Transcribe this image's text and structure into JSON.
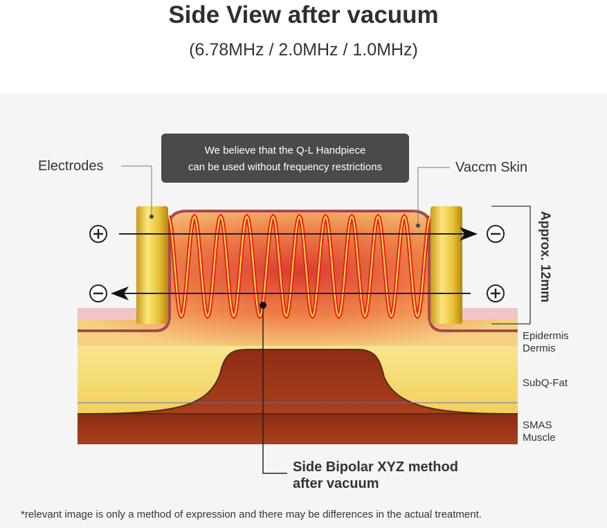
{
  "header": {
    "title": "Side View after vacuum",
    "subtitle": "(6.78MHz / 2.0MHz / 1.0MHz)"
  },
  "diagram": {
    "tooltip": {
      "line1": "We believe that the Q-L Handpiece",
      "line2": "can be used without frequency restrictions"
    },
    "labels": {
      "electrodes": "Electrodes",
      "vacuum_skin": "Vaccm Skin",
      "approx": "Approx. 12mm",
      "epidermis": "Epidermis",
      "dermis": "Dermis",
      "subq_fat": "SubQ-Fat",
      "smas": "SMAS",
      "muscle": "Muscle",
      "method_line1": "Side Bipolar XYZ method",
      "method_line2": "after vacuum"
    },
    "wave_cycles": 10,
    "colors": {
      "tooltip_bg": "#4a4a4a",
      "epidermis": "#f0c6c8",
      "fat": "#f4dc7a",
      "muscle": "#9b3418",
      "electrode": "#e8c33a",
      "wave_outer": "#e8201a",
      "wave_inner": "#ffe14a"
    }
  },
  "footnote": "*relevant image is only a method of expression and there may be differences in the actual treatment."
}
